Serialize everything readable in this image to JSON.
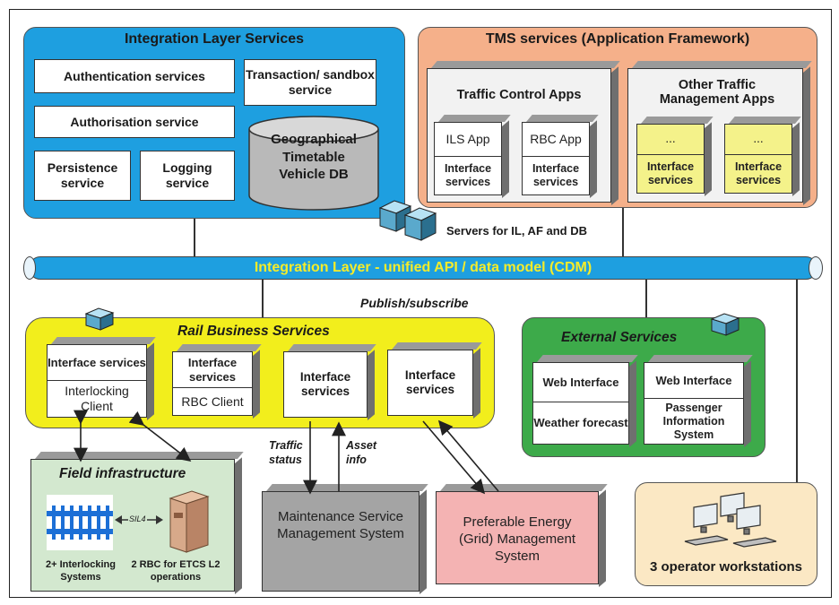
{
  "integration_layer_services": {
    "title": "Integration Layer Services",
    "authentication": "Authentication services",
    "transaction": "Transaction/ sandbox service",
    "authorisation": "Authorisation service",
    "persistence": "Persistence service",
    "logging": "Logging service",
    "db": "Geographical Timetable Vehicle DB"
  },
  "tms_services": {
    "title": "TMS services (Application Framework)",
    "traffic_control_title": "Traffic Control Apps",
    "ils_app": "ILS App",
    "rbc_app": "RBC App",
    "interface_services": "Interface services",
    "other_title": "Other Traffic Management Apps",
    "ellipsis": "..."
  },
  "servers_label": "Servers for IL, AF and DB",
  "integration_layer_bar": "Integration Layer - unified API / data model (CDM)",
  "publish_subscribe": "Publish/subscribe",
  "rail_business": {
    "title": "Rail Business Services",
    "interface_services": "Interface services",
    "interlocking_client": "Interlocking Client",
    "rbc_client": "RBC Client"
  },
  "external_services": {
    "title": "External Services",
    "web_interface": "Web Interface",
    "weather": "Weather forecast",
    "pis": "Passenger Information System"
  },
  "field_infrastructure": {
    "title": "Field infrastructure",
    "sil4": "SIL4",
    "interlocking_systems": "2+ Interlocking Systems",
    "rbc_etcs": "2 RBC for ETCS L2 operations"
  },
  "arrow_labels": {
    "traffic_status": "Traffic status",
    "asset_info": "Asset info"
  },
  "maintenance": "Maintenance Service Management System",
  "energy": "Preferable Energy (Grid) Management System",
  "operator": "3 operator workstations",
  "colors": {
    "integration_blue": "#1e9fe0",
    "tms_orange": "#f5b08a",
    "rail_yellow": "#f2ee1c",
    "external_green": "#3daa4a",
    "field_green": "#d3e8cf",
    "maintenance_gray": "#a4a4a4",
    "energy_pink": "#f4b3b3",
    "operator_cream": "#fbe8c4",
    "bar_text_yellow": "#f5ec2a",
    "app_yellow": "#f4f28a"
  }
}
